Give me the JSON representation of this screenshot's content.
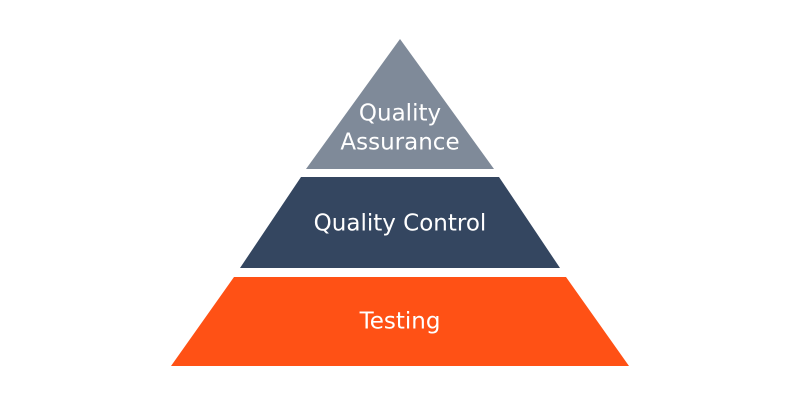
{
  "pyramid": {
    "tiers": [
      {
        "id": "top",
        "lines": [
          "Quality",
          "Assurance"
        ],
        "color": "#7F8A99"
      },
      {
        "id": "middle",
        "lines": [
          "Quality Control"
        ],
        "color": "#344660"
      },
      {
        "id": "bottom",
        "lines": [
          "Testing"
        ],
        "color": "#FF5115"
      }
    ]
  }
}
